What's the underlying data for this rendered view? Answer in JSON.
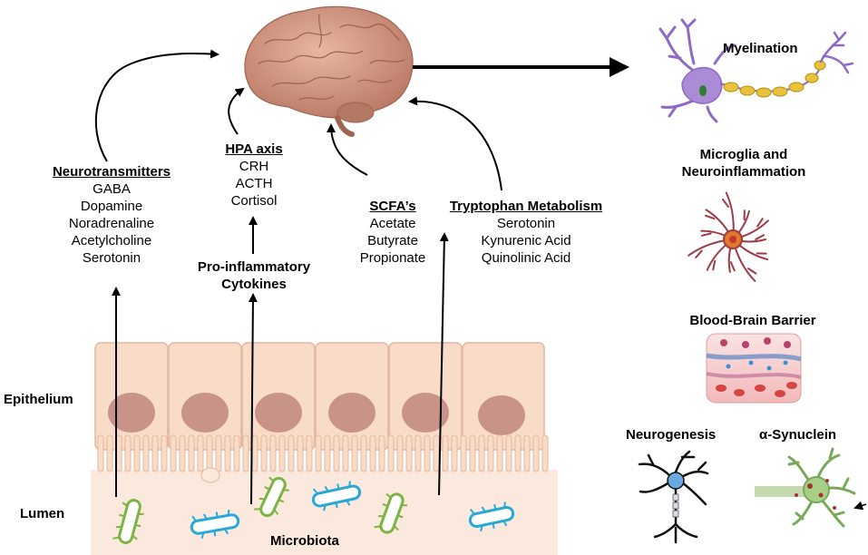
{
  "neurotransmitters": {
    "title": "Neurotransmitters",
    "items": [
      "GABA",
      "Dopamine",
      "Noradrenaline",
      "Acetylcholine",
      "Serotonin"
    ]
  },
  "hpa_axis": {
    "title": "HPA axis",
    "items": [
      "CRH",
      "ACTH",
      "Cortisol"
    ]
  },
  "cytokines": {
    "line1": "Pro-inflammatory",
    "line2": "Cytokines"
  },
  "scfa": {
    "title": "SCFA’s",
    "items": [
      "Acetate",
      "Butyrate",
      "Propionate"
    ]
  },
  "tryptophan": {
    "title": "Tryptophan Metabolism",
    "items": [
      "Serotonin",
      "Kynurenic Acid",
      "Quinolinic Acid"
    ]
  },
  "outcomes": {
    "myelination": "Myelination",
    "microglia_line1": "Microglia and",
    "microglia_line2": "Neuroinflammation",
    "bbb": "Blood-Brain Barrier",
    "neurogenesis": "Neurogenesis",
    "synuclein": "α-Synuclein"
  },
  "layers": {
    "epithelium": "Epithelium",
    "lumen": "Lumen",
    "microbiota": "Microbiota"
  },
  "colors": {
    "brain": "#c98f7a",
    "cell_fill": "#f8dcc8",
    "cell_stroke": "#e3b79c",
    "nucleus": "#c99488",
    "bacteria_green": "#7cb342",
    "bacteria_blue": "#29a8d8",
    "neuron_purple": "#a98bd6",
    "myelin_yellow": "#e8c23a",
    "microglia_red": "#9c3a46"
  }
}
